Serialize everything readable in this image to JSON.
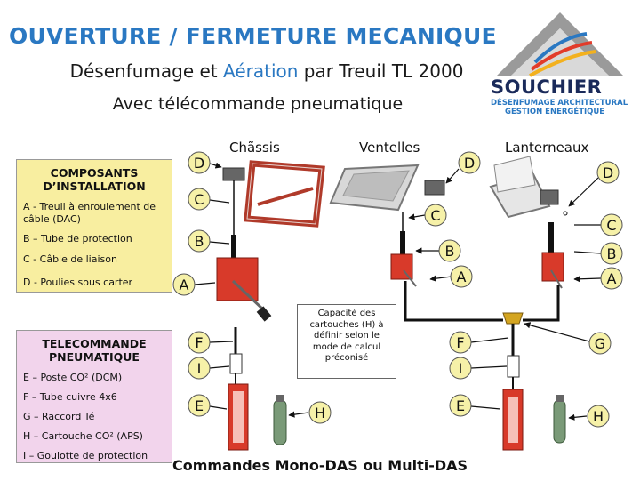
{
  "header": {
    "title": "OUVERTURE / FERMETURE MECANIQUE",
    "subtitle_prefix": "Désenfumage et ",
    "subtitle_highlight": "Aération",
    "subtitle_suffix": " par Treuil TL 2000",
    "subtitle_line2": "Avec télécommande pneumatique"
  },
  "logo": {
    "name": "SOUCHIER",
    "line1": "DÉSENFUMAGE ARCHITECTURAL",
    "line2": "GESTION ENERGÉTIQUE"
  },
  "sections": {
    "chassis": "Chãssis",
    "ventelles": "Ventelles",
    "lanterneaux": "Lanterneaux"
  },
  "composants": {
    "title_line1": "COMPOSANTS",
    "title_line2": "D’INSTALLATION",
    "item_a_line1": "A - Treuil à enroulement de",
    "item_a_line2": "câble (DAC)",
    "item_b": "B – Tube de protection",
    "item_c": "C - Câble de liaison",
    "item_d": "D - Poulies sous carter"
  },
  "telecommande": {
    "title_line1": "TELECOMMANDE",
    "title_line2": "PNEUMATIQUE",
    "item_e": "E – Poste CO² (DCM)",
    "item_f": "F – Tube cuivre 4x6",
    "item_g": "G – Raccord Té",
    "item_h": "H – Cartouche CO² (APS)",
    "item_i": "I – Goulotte de protection"
  },
  "note": "Capacité des\ncartouches (H) à\ndéfinir selon le\nmode de calcul\npréconisé",
  "labels": {
    "a": "A",
    "b": "B",
    "c": "C",
    "d": "D",
    "e": "E",
    "f": "F",
    "g": "G",
    "h": "H",
    "i": "I"
  },
  "footer": "Commandes Mono-DAS ou Multi-DAS",
  "colors": {
    "title_blue": "#2a78c2",
    "composants_bg": "#f8eea0",
    "telecommande_bg": "#f2d4ec",
    "winch_red": "#d83a2a",
    "label_circle_bg": "#f6f1a8"
  }
}
